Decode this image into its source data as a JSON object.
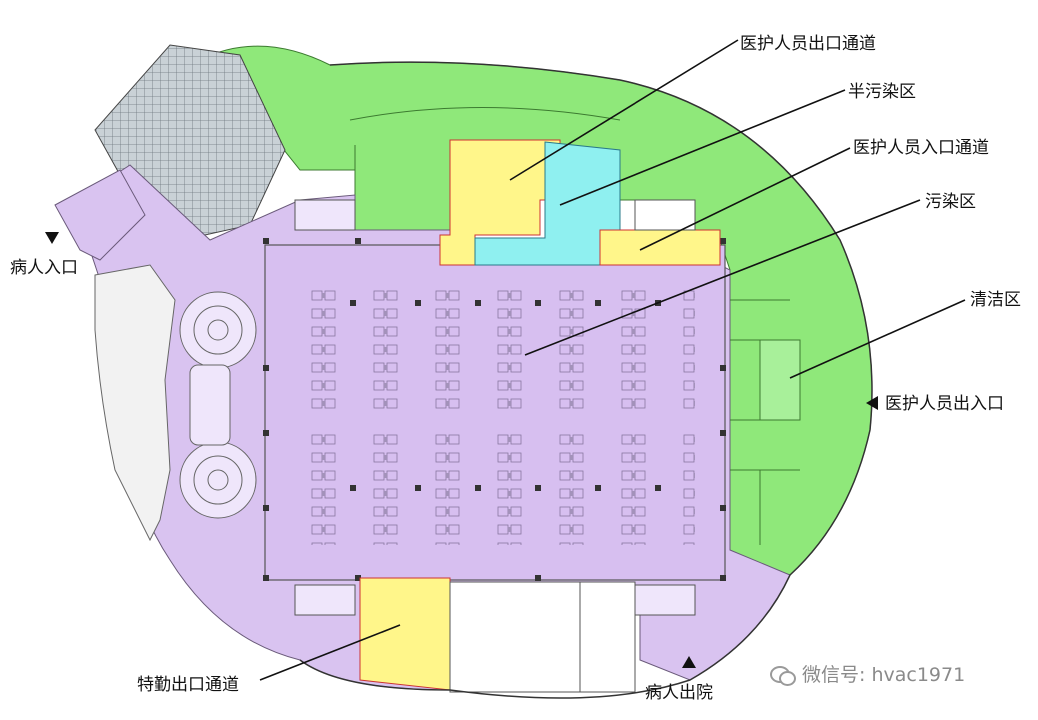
{
  "colors": {
    "dirty_zone": "#d9c3f0",
    "semi_dirty_zone": "#8ff0f0",
    "clean_zone": "#8fe87a",
    "staff_passage": "#fff68a",
    "structure": "#555555"
  },
  "labels": {
    "staff_exit_passage": "医护人员出口通道",
    "semi_contaminated_zone": "半污染区",
    "staff_entry_passage": "医护人员入口通道",
    "contaminated_zone": "污染区",
    "clean_zone": "清洁区",
    "patient_entrance": "病人入口",
    "staff_entrance_exit": "医护人员出入口",
    "special_duty_exit_passage": "特勤出口通道",
    "patient_discharge": "病人出院"
  },
  "watermark": {
    "text": "微信号: hvac1971",
    "icon": "wechat-icon"
  }
}
